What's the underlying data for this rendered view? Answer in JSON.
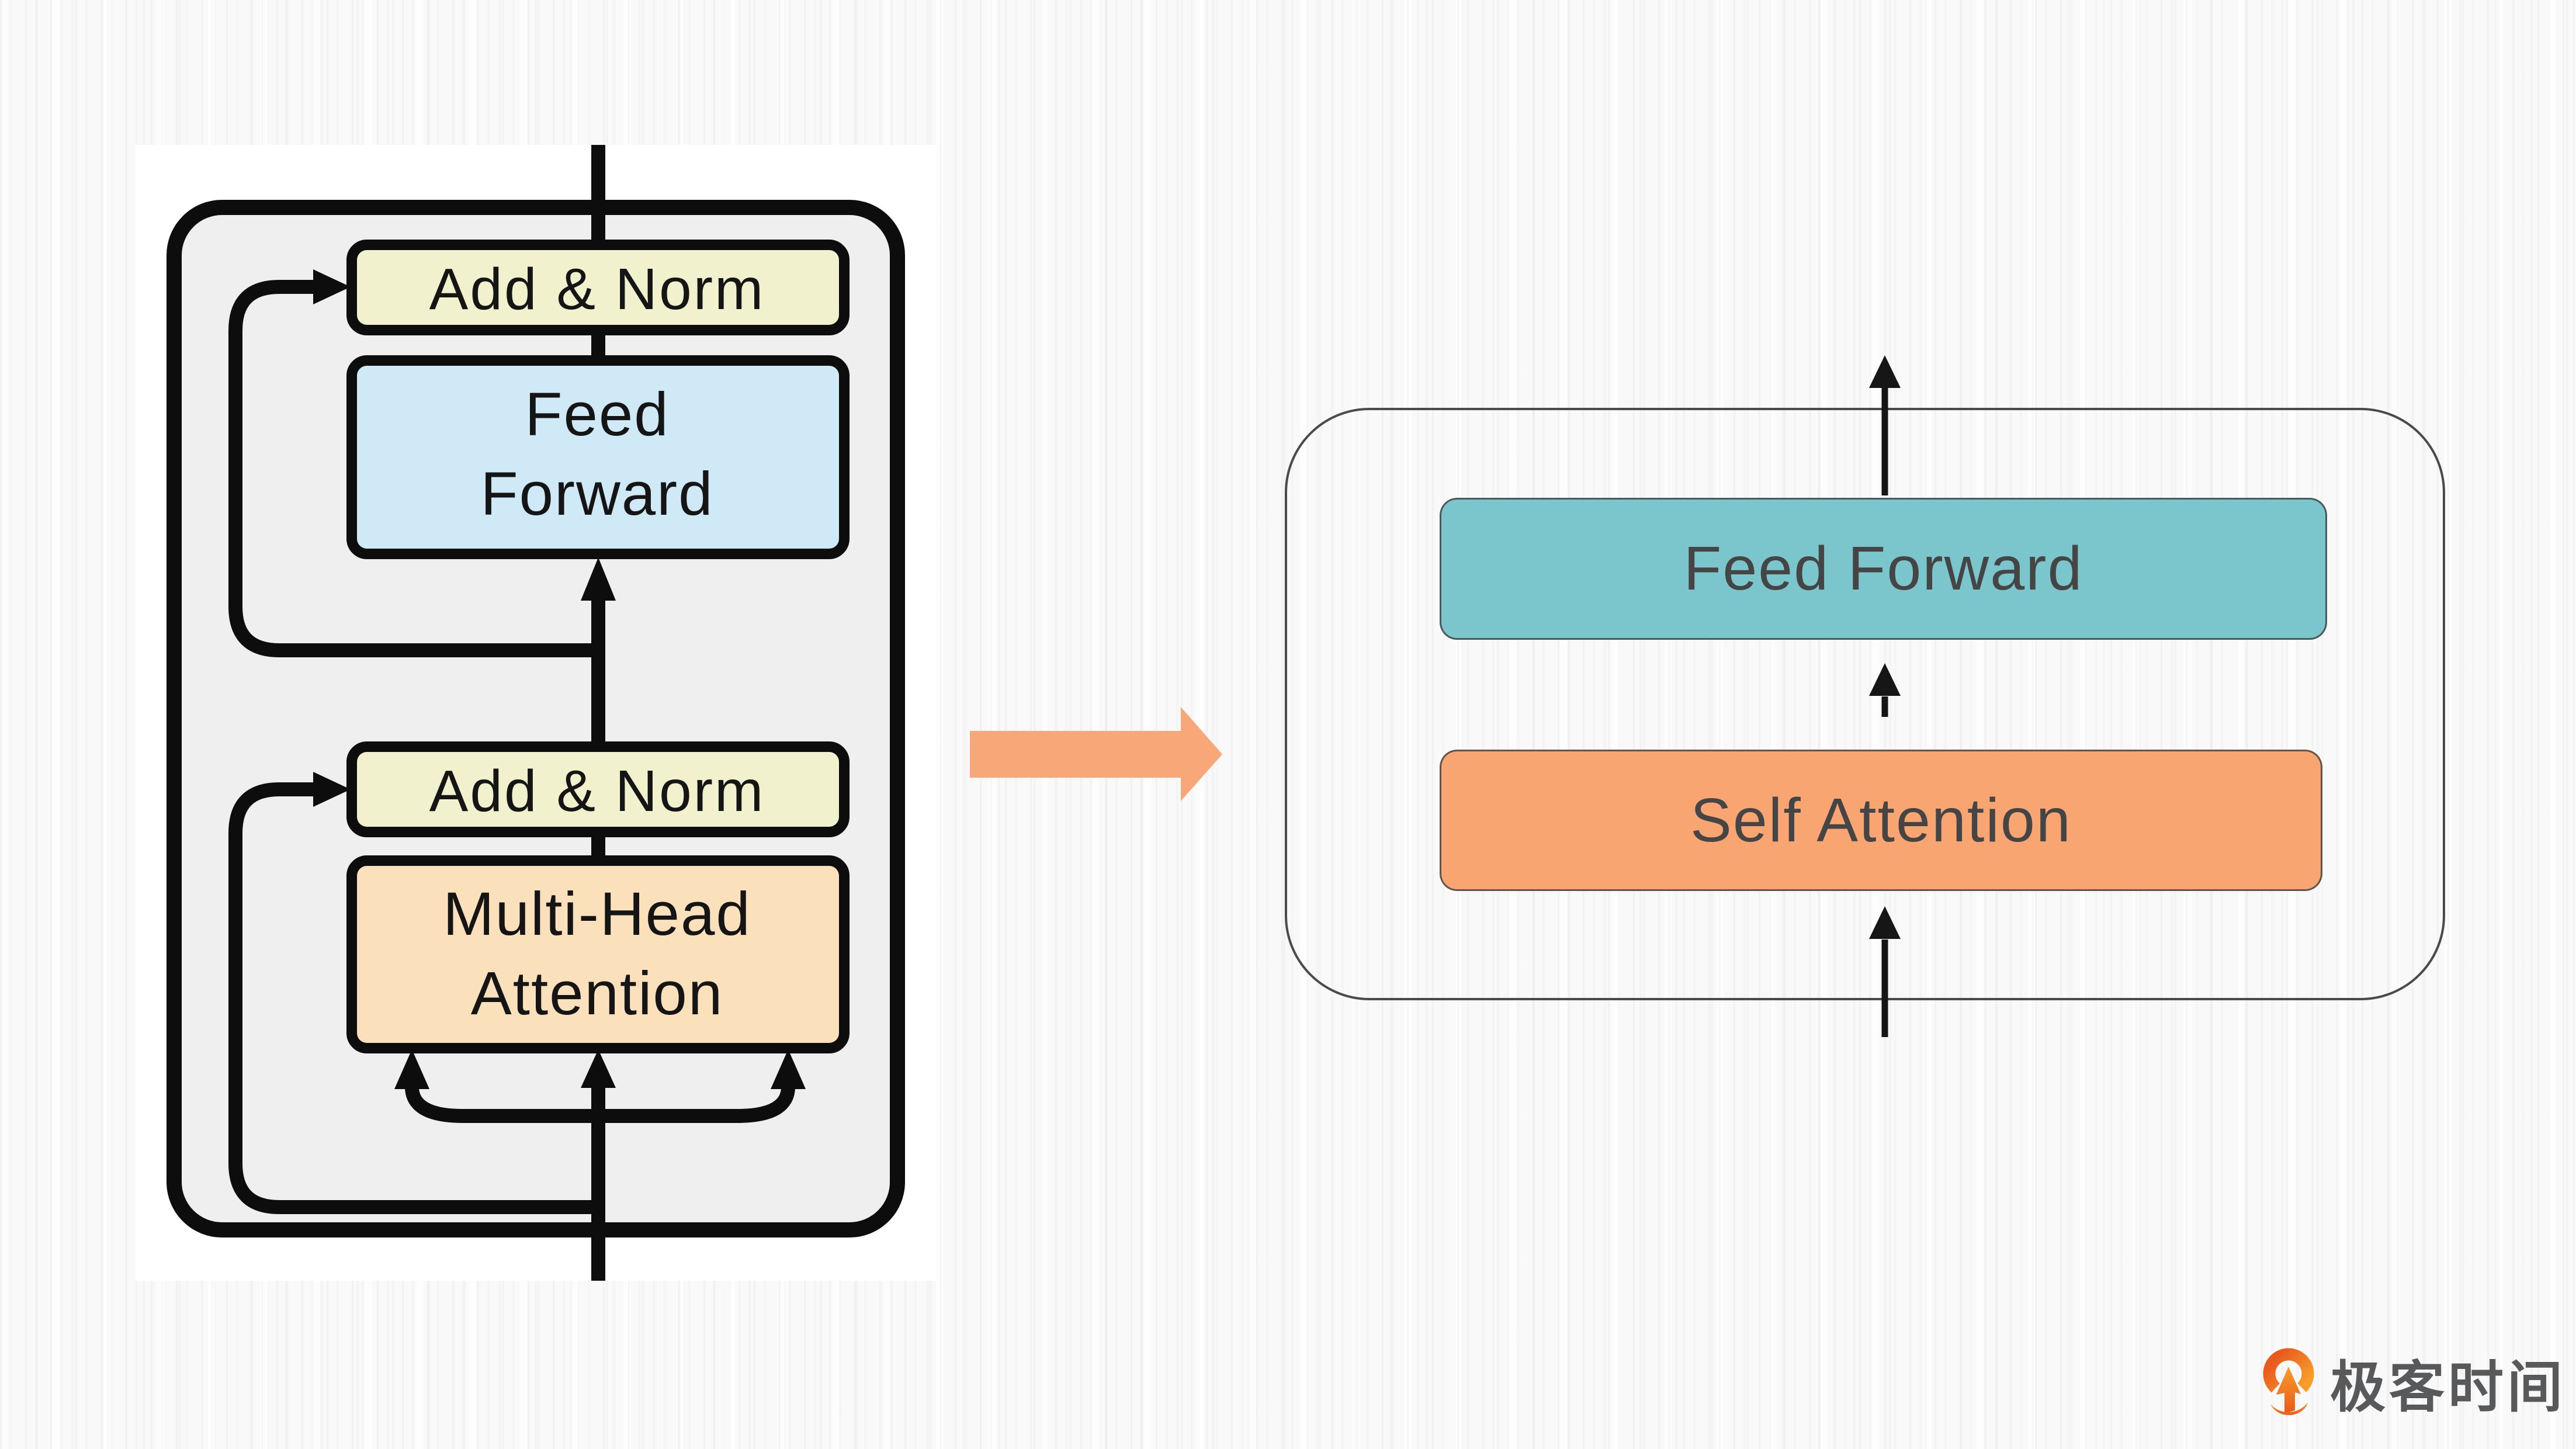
{
  "left_figure": {
    "description": "Transformer encoder block diagram",
    "boxes": [
      {
        "label": "Add & Norm",
        "fill": "#f1f2cd"
      },
      {
        "label_line1": "Feed",
        "label_line2": "Forward",
        "fill": "#cfe9f7"
      },
      {
        "label": "Add & Norm",
        "fill": "#f1f2cd"
      },
      {
        "label_line1": "Multi-Head",
        "label_line2": "Attention",
        "fill": "#fbe0bc"
      }
    ]
  },
  "right_figure": {
    "feed_forward_label": "Feed Forward",
    "self_attention_label": "Self Attention",
    "feed_forward_fill": "#7bc5cd",
    "self_attention_fill": "#f8a571",
    "container_border_color": "#4a4a4a",
    "label_color": "#454545"
  },
  "transition_arrow": {
    "color": "#f8a878"
  },
  "brand": {
    "text": "极客时间",
    "text_color": "#58595b",
    "icon_color_top": "#f89d2a",
    "icon_color_bottom": "#e85a1c"
  },
  "colors": {
    "background": "#f9f9f9",
    "panel": "#ffffff",
    "diagram_inner_fill": "#efefef",
    "diagram_line": "#0d0d0d"
  }
}
